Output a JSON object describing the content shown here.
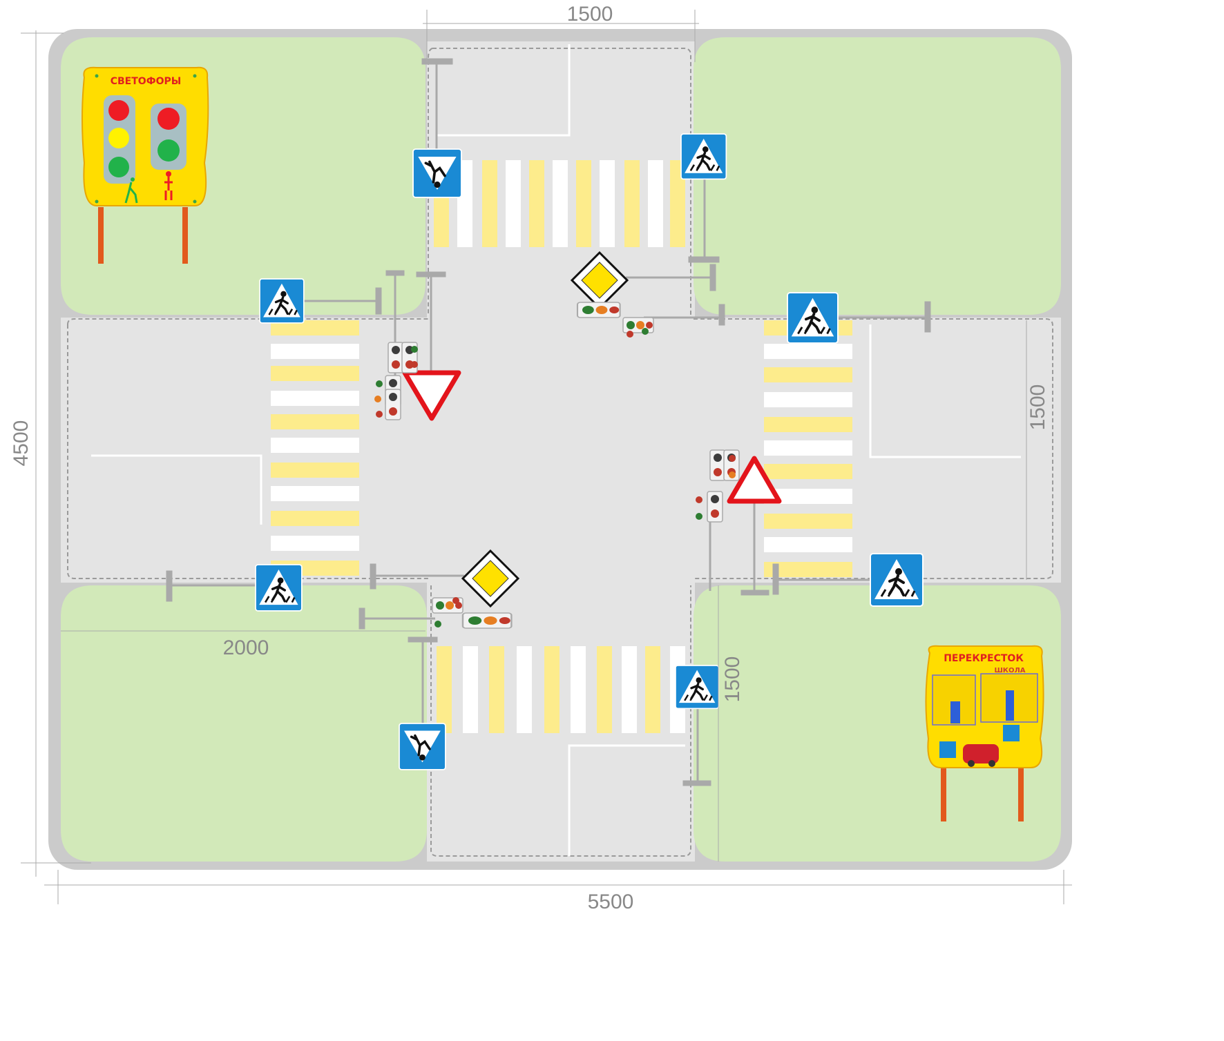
{
  "dimensions": {
    "total_width": "5500",
    "total_height": "4500",
    "road_width_top": "1500",
    "road_width_right": "1500",
    "road_width_bottom": "1500",
    "corner_width": "2000"
  },
  "boards": {
    "traffic_lights_title": "СВЕТОФОРЫ",
    "intersection_title": "ПЕРЕКРЕСТОК",
    "school_label": "ШКОЛА"
  },
  "colors": {
    "grass": "#d2e9b9",
    "asphalt": "#e4e4e4",
    "border": "#cbcbcb",
    "zebra_yellow": "#fdec8c",
    "sign_blue": "#1a8ad4",
    "sign_red": "#e3141b",
    "priority_yellow": "#ffe100",
    "board_yellow": "#ffdd00"
  },
  "signs": [
    "pedestrian-crossing-sign",
    "underground-crossing-sign",
    "give-way-sign",
    "priority-road-sign",
    "warning-triangle-sign"
  ]
}
